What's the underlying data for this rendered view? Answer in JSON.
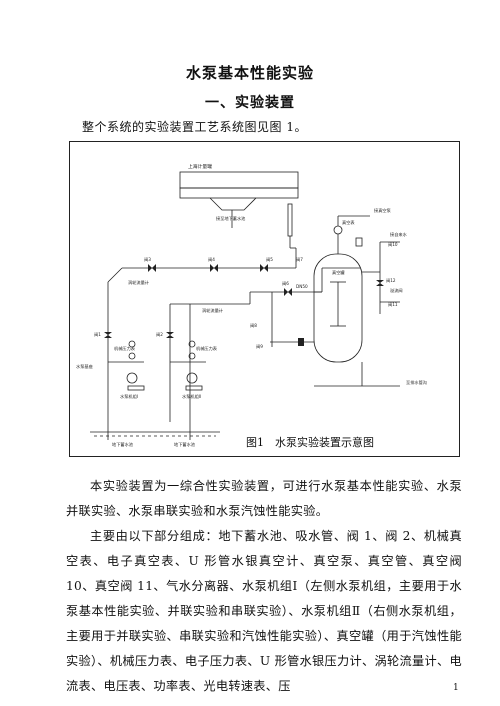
{
  "doc": {
    "title": "水泵基本性能实验",
    "section_heading": "一、实验装置",
    "intro_line": "整个系统的实验装置工艺系统图见图 1。",
    "figure_caption": "图1　水泵实验装置示意图",
    "paragraph1": "本实验装置为一综合性实验装置，可进行水泵基本性能实验、水泵并联实验、水泵串联实验和水泵汽蚀性能实验。",
    "paragraph2": "主要由以下部分组成：地下蓄水池、吸水管、阀 1、阀 2、机械真空表、电子真空表、U 形管水银真空计、真空泵、真空管、真空阀 10、真空阀 11、气水分离器、水泵机组Ⅰ（左侧水泵机组，主要用于水泵基本性能实验、并联实验和串联实验）、水泵机组Ⅱ（右侧水泵机组，主要用于并联实验、串联实验和汽蚀性能实验）、真空罐（用于汽蚀性能实验）、机械压力表、电子压力表、U 形管水银压力计、涡轮流量计、电流表、电压表、功率表、光电转速表、压",
    "page_number": "1"
  },
  "diagram_labels": {
    "top_tank": "上海计量罐",
    "weir_note": "接至地下蓄水池",
    "valve3": "阀3",
    "valve4": "阀4",
    "valve5": "阀5",
    "valve6": "阀6",
    "valve7": "阀7",
    "valve8": "阀8",
    "valve9": "阀9",
    "valve1": "阀1",
    "valve2": "阀2",
    "valve10": "阀10",
    "valve11": "阀11",
    "valve12": "阀12",
    "flowmeter_left": "涡轮流量计",
    "flowmeter_right": "涡轮流量计",
    "vacuum_tank_top": "真空表",
    "vacuum_pump_top": "接真空泵",
    "water_supply": "接自来水",
    "relief_valve": "溢流阀",
    "tank_body": "真空罐",
    "pressure_gauge_left": "机械压力表",
    "pressure_gauge_right": "机械压力表",
    "drain_label": "至排水管沟",
    "sump_label": "水泵基座",
    "pump1_text": "水泵机组Ⅰ",
    "pump2_text": "水泵机组Ⅱ",
    "underground_left": "地下蓄水池",
    "underground_right": "地下蓄水池",
    "dn_label": "DN50"
  }
}
